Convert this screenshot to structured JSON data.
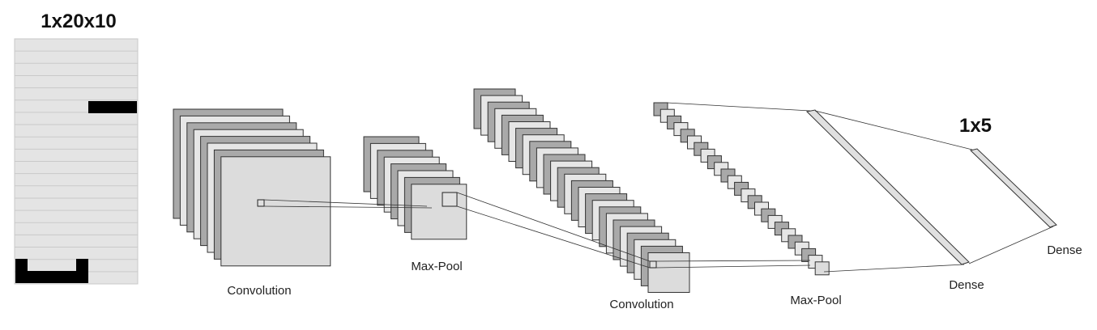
{
  "labels": {
    "input_shape": "1x20x10",
    "output_shape": "1x5",
    "conv1": "Convolution",
    "pool1": "Max-Pool",
    "conv2": "Convolution",
    "pool2": "Max-Pool",
    "dense1": "Dense",
    "dense2": "Dense"
  },
  "colors": {
    "map_dark": "#a9a9a9",
    "map_light": "#e6e6e6",
    "front_map": "#dcdcdc",
    "grid_bg": "#e4e4e4",
    "filled_cell": "#000000",
    "stroke": "#333333"
  }
}
